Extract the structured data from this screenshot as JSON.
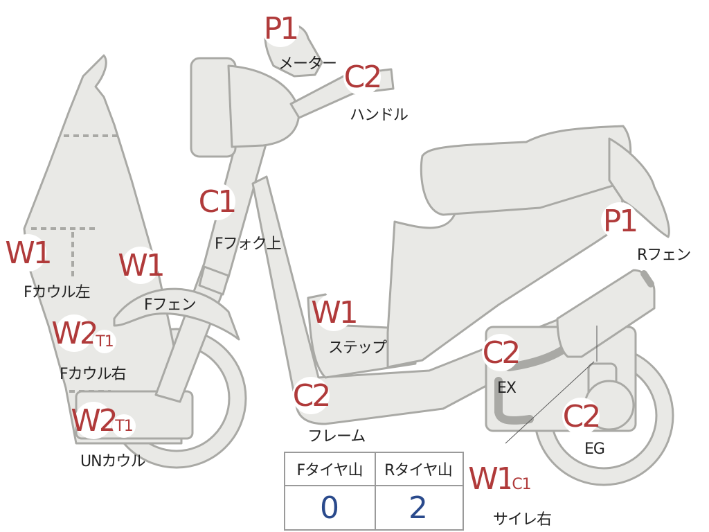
{
  "colors": {
    "code": "#b03a3a",
    "part_fill": "#e9e9e6",
    "part_stroke": "#a9a9a5",
    "value": "#2a4a8c"
  },
  "parts": {
    "meter": {
      "code": "P1",
      "label": "メーター"
    },
    "handle": {
      "code": "C2",
      "label": "ハンドル"
    },
    "ffork": {
      "code": "C1",
      "label": "Fフォク上"
    },
    "fcowl_l": {
      "code": "W1",
      "label": "Fカウル左"
    },
    "ffender": {
      "code": "W1",
      "label": "Fフェン"
    },
    "fcowl_r": {
      "code": "W2",
      "sub": "T1",
      "label": "Fカウル右"
    },
    "uncowl": {
      "code": "W2",
      "sub": "T1",
      "label": "UNカウル"
    },
    "step": {
      "code": "W1",
      "label": "ステップ"
    },
    "frame": {
      "code": "C2",
      "label": "フレーム"
    },
    "rfender": {
      "code": "P1",
      "label": "Rフェン"
    },
    "ex": {
      "code": "C2",
      "label": "EX"
    },
    "eg": {
      "code": "C2",
      "label": "EG"
    },
    "side_r": {
      "code": "W1",
      "sub": "C1",
      "label": "サイレ右"
    }
  },
  "tires": {
    "front_label": "Fタイヤ山",
    "rear_label": "Rタイヤ山",
    "front_value": "0",
    "rear_value": "2"
  }
}
